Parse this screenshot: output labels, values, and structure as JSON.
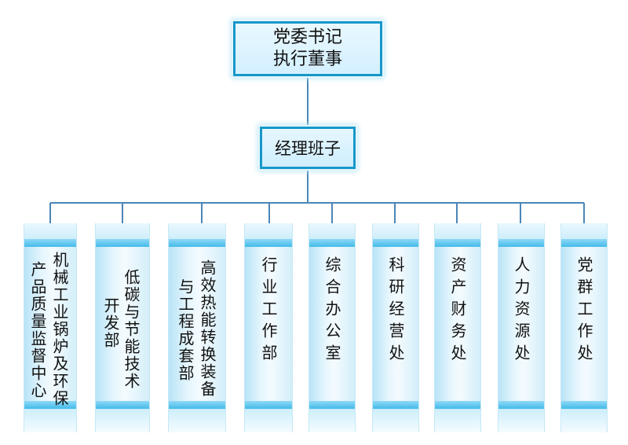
{
  "top": {
    "line1": "党委书记",
    "line2": "执行董事"
  },
  "manager": {
    "label": "经理班子"
  },
  "departments": [
    {
      "col1": "机械工业锅炉及环保",
      "col2": "产品质量监督中心"
    },
    {
      "col1": "低碳与节能技术",
      "col2": "开发部"
    },
    {
      "col1": "高效热能转换装备",
      "col2": "与工程成套部"
    },
    {
      "col1": "行业工作部"
    },
    {
      "col1": "综合办公室"
    },
    {
      "col1": "科研经营处"
    },
    {
      "col1": "资产财务处"
    },
    {
      "col1": "人力资源处"
    },
    {
      "col1": "党群工作处"
    }
  ],
  "colors": {
    "line": "#4a86b8",
    "border": "#1798c9",
    "bar": "#44bbe9"
  }
}
